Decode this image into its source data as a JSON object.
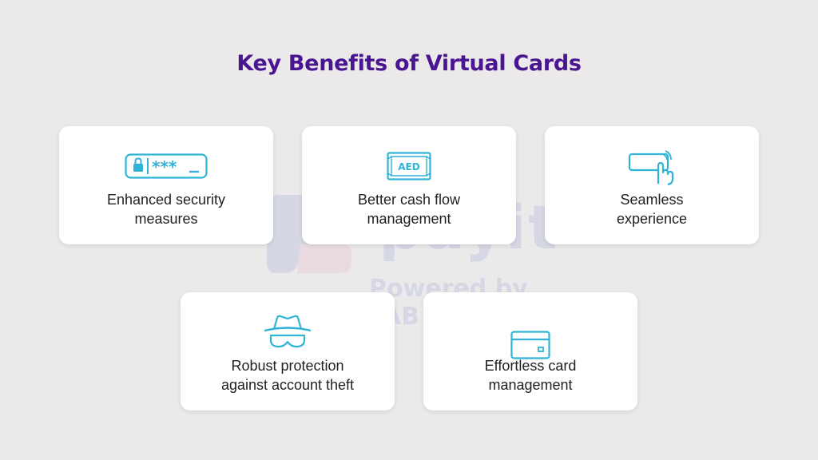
{
  "title": "Key Benefits of Virtual Cards",
  "watermark": {
    "brand": "payit",
    "tagline": "Powered by FAB"
  },
  "colors": {
    "title": "#4a1590",
    "icon": "#2fb3d6",
    "background": "#ebe9ea",
    "card": "#ffffff"
  },
  "benefits": [
    {
      "icon": "password-lock-icon",
      "line1": "Enhanced security",
      "line2": "measures"
    },
    {
      "icon": "aed-banknote-icon",
      "line1": "Better cash flow",
      "line2": "management",
      "icon_text": "AED"
    },
    {
      "icon": "tap-finger-icon",
      "line1": "Seamless",
      "line2": "experience"
    },
    {
      "icon": "incognito-icon",
      "line1": "Robust protection",
      "line2": "against account theft"
    },
    {
      "icon": "credit-card-icon",
      "line1": "Effortless card",
      "line2": "management"
    }
  ]
}
